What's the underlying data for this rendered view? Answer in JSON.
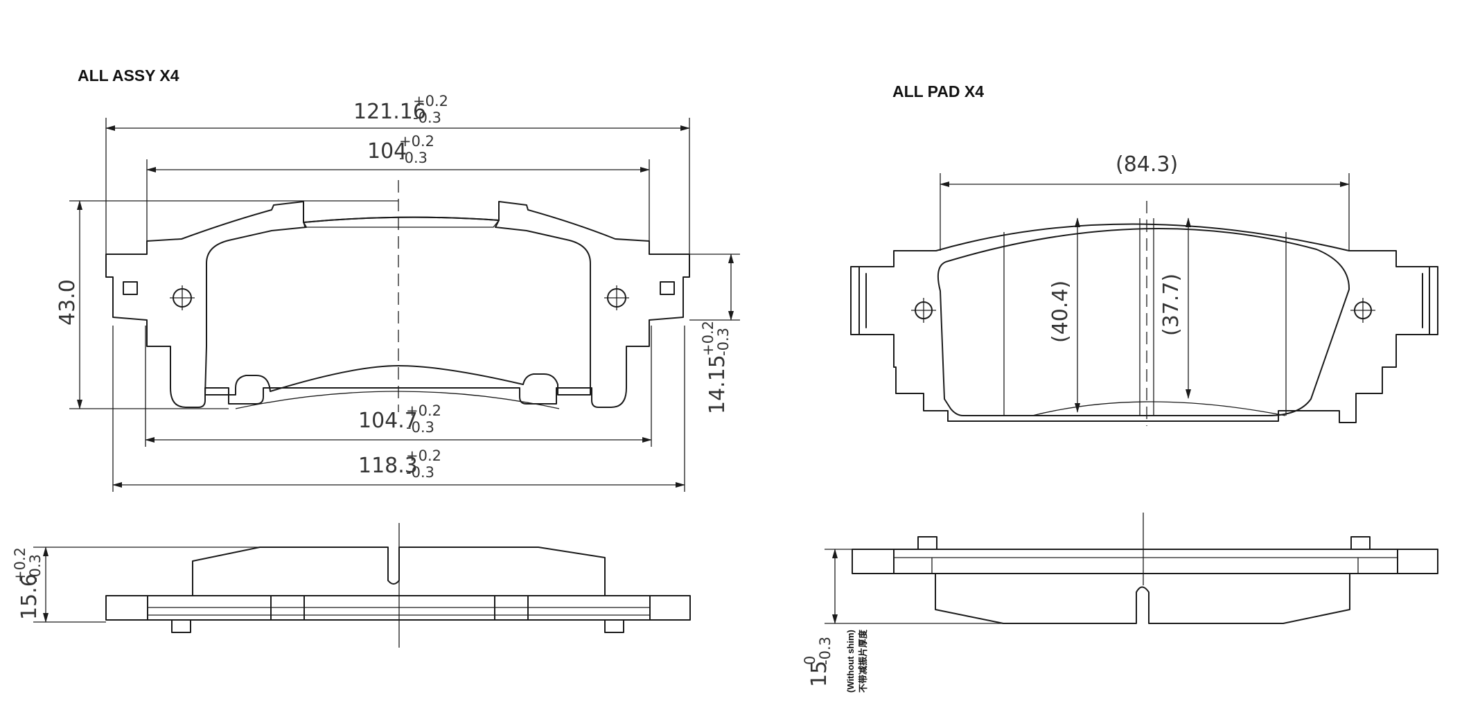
{
  "headers": {
    "assy": "ALL ASSY  X4",
    "pad": "ALL PAD  X4"
  },
  "assy_dims": {
    "w121": "121.16",
    "w104": "104",
    "w1047": "104.7",
    "w1183": "118.3",
    "h43": "43.0",
    "h1415": "14.15",
    "t156": "15.6"
  },
  "pad_dims": {
    "w843": "(84.3)",
    "h404": "(40.4)",
    "h377": "(37.7)",
    "t15": "15"
  },
  "tol": {
    "up": "+0.2",
    "down": "-0.3",
    "zero": "0"
  },
  "note": {
    "line1": "(Without shim)",
    "line2": "不带减振片厚度"
  }
}
